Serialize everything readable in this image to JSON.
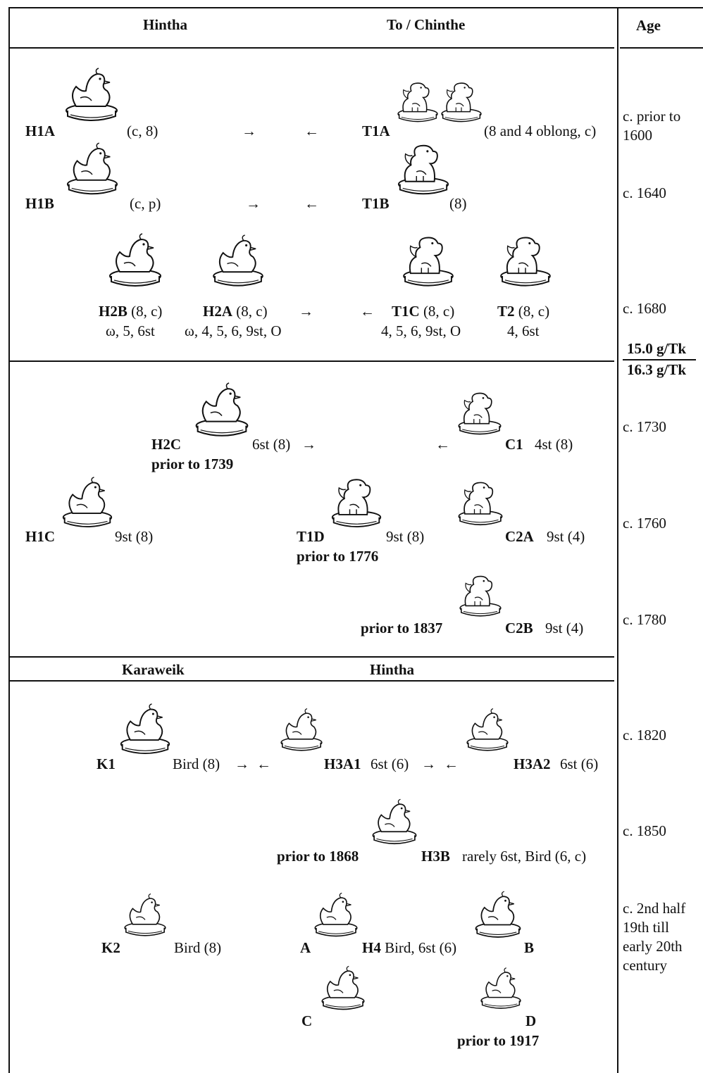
{
  "headers": {
    "hintha": "Hintha",
    "to_chinthe": "To / Chinthe",
    "age": "Age",
    "karaweik": "Karaweik",
    "hintha2": "Hintha"
  },
  "arrows": {
    "right": "→",
    "left": "←"
  },
  "section1": {
    "h1a": {
      "code": "H1A",
      "note": "(c, 8)"
    },
    "t1a": {
      "code": "T1A",
      "note": "(8 and 4 oblong, c)"
    },
    "h1b": {
      "code": "H1B",
      "note": "(c, p)"
    },
    "t1b": {
      "code": "T1B",
      "note": "(8)"
    },
    "h2b": {
      "code": "H2B",
      "note": "(8, c)",
      "sub": "ω, 5, 6st"
    },
    "h2a": {
      "code": "H2A",
      "note": "(8, c)",
      "sub": "ω, 4, 5, 6, 9st, O"
    },
    "t1c": {
      "code": "T1C",
      "note": "(8, c)",
      "sub": "4, 5, 6, 9st, O"
    },
    "t2": {
      "code": "T2",
      "note": "(8, c)",
      "sub": "4, 6st"
    }
  },
  "section2": {
    "h2c": {
      "code": "H2C",
      "note": "6st (8)",
      "date": "prior to 1739"
    },
    "c1": {
      "code": "C1",
      "note": "4st (8)"
    },
    "h1c": {
      "code": "H1C",
      "note": "9st (8)"
    },
    "t1d": {
      "code": "T1D",
      "note": "9st (8)",
      "date": "prior to 1776"
    },
    "c2a": {
      "code": "C2A",
      "note": "9st (4)"
    },
    "c2b": {
      "code": "C2B",
      "note": "9st (4)",
      "date": "prior to 1837"
    }
  },
  "section3": {
    "k1": {
      "code": "K1",
      "note": "Bird (8)"
    },
    "h3a1": {
      "code": "H3A1",
      "note": "6st (6)"
    },
    "h3a2": {
      "code": "H3A2",
      "note": "6st (6)"
    },
    "h3b": {
      "code": "H3B",
      "note": "rarely 6st, Bird (6, c)",
      "date": "prior to 1868"
    },
    "k2": {
      "code": "K2",
      "note": "Bird (8)"
    },
    "h4": {
      "code": "H4",
      "note": "Bird, 6st (6)"
    },
    "a": "A",
    "b": "B",
    "c": "C",
    "d": "D",
    "d_date": "prior to 1917"
  },
  "ages": {
    "a1": "c. prior to 1600",
    "a2": "c. 1640",
    "a3": "c. 1680",
    "std1": "15.0 g/Tk",
    "std2": "16.3 g/Tk",
    "a4": "c. 1730",
    "a5": "c. 1760",
    "a6": "c. 1780",
    "a7": "c. 1820",
    "a8": "c. 1850",
    "a9": "c. 2nd half 19th  till early 20th century"
  },
  "icons": {
    "bird": "bird-weight-icon",
    "lion": "lion-weight-icon"
  }
}
